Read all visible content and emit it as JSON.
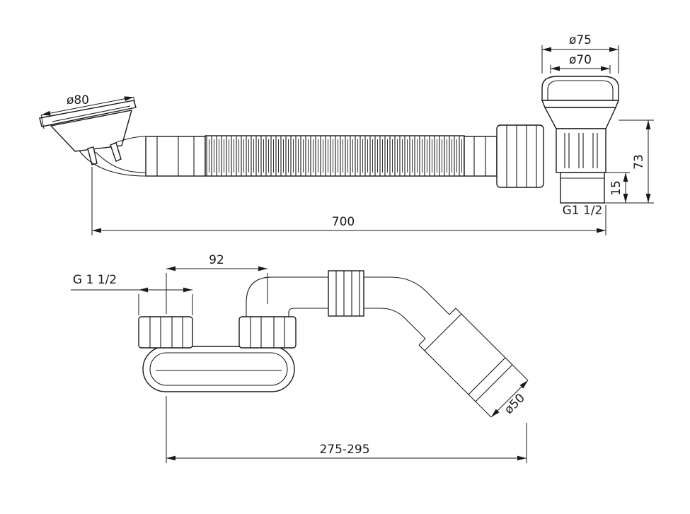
{
  "colors": {
    "line": "#1a1a1a",
    "background": "#ffffff"
  },
  "top_view": {
    "dim_cup_diameter": "ø80",
    "dim_cap_outer_diameter": "ø75",
    "dim_cap_inner_diameter": "ø70",
    "dim_body_height": "73",
    "dim_outlet_height": "15",
    "dim_outlet_thread": "G1 1/2",
    "dim_overall_length": "700"
  },
  "bottom_view": {
    "dim_elbow_offset": "92",
    "dim_inlet_thread": "G 1 1/2",
    "dim_outlet_diameter": "ø50",
    "dim_overall_length": "275-295"
  }
}
